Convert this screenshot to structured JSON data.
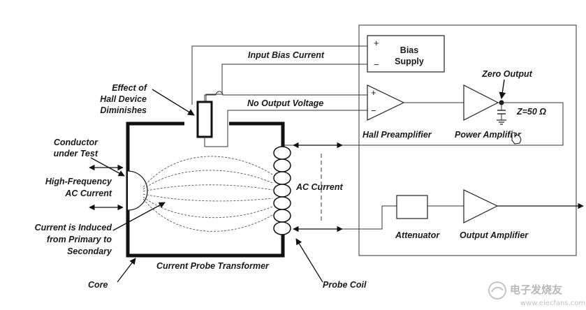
{
  "labels": {
    "input_bias_current": "Input Bias Current",
    "bias_supply_line1": "Bias",
    "bias_supply_line2": "Supply",
    "plus": "+",
    "minus": "−",
    "zero_output": "Zero Output",
    "effect_line1": "Effect of",
    "effect_line2": "Hall Device",
    "effect_line3": "Diminishes",
    "no_output_voltage": "No Output Voltage",
    "z_label": "Z=50 Ω",
    "hall_preamplifier": "Hall Preamplifier",
    "power_amplifier": "Power Amplifier",
    "conductor_line1": "Conductor",
    "conductor_line2": "under Test",
    "hf_line1": "High-Frequency",
    "hf_line2": "AC Current",
    "ac_current": "AC Current",
    "induced_line1": "Current is Induced",
    "induced_line2": "from Primary to",
    "induced_line3": "Secondary",
    "attenuator": "Attenuator",
    "output_amplifier": "Output Amplifier",
    "current_probe_transformer": "Current Probe Transformer",
    "core": "Core",
    "probe_coil": "Probe Coil"
  },
  "watermark": {
    "brand": "电子发烧友",
    "url": "www.elecfans.com"
  }
}
